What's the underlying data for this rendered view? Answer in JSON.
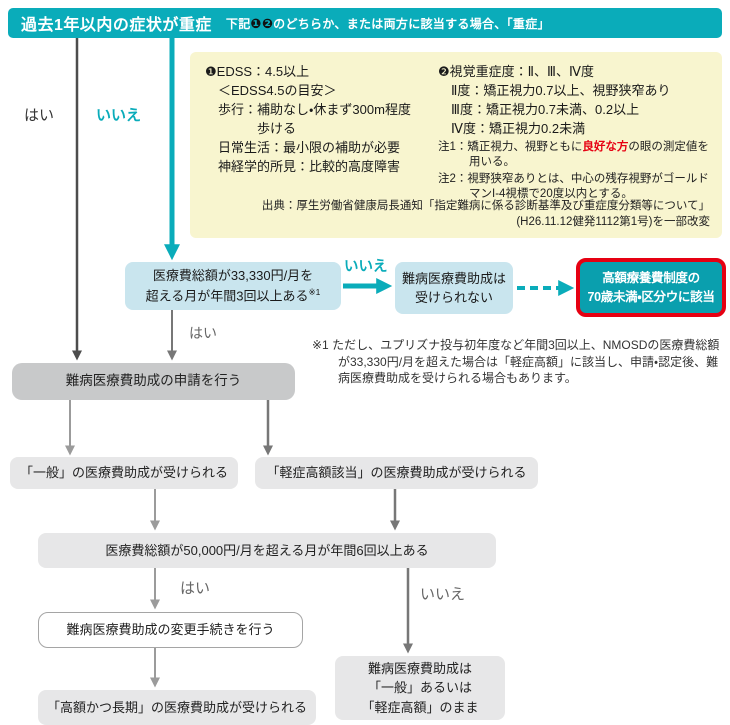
{
  "header": {
    "title": "過去1年以内の症状が重症",
    "subtitle_pre": "下記",
    "subtitle_badges": "❶❷",
    "subtitle_post": "のどちらか、または両方に該当する場合、「重症」"
  },
  "criteria": {
    "edss": {
      "lines": [
        "❶EDSS：4.5以上",
        "＜EDSS4.5の目安＞",
        "歩行：補助なし・休まず300m程度",
        "　　　歩ける",
        "日常生活：最小限の補助が必要",
        "神経学的所見：比較的高度障害"
      ]
    },
    "vision": {
      "lines": [
        "❷視覚重症度：Ⅱ、Ⅲ、Ⅳ度",
        "Ⅱ度：矯正視力0.7以上、視野狭窄あり",
        "Ⅲ度：矯正視力0.7未満、0.2以上",
        "Ⅳ度：矯正視力0.2未満"
      ],
      "note1_pre": "注1：矯正視力、視野ともに",
      "note1_em": "良好な方",
      "note1_post": "の眼の測定値を用いる。",
      "note2": "注2：視野狭窄ありとは、中心の残存視野がゴールドマンI-4視標で20度以内とする。"
    },
    "source_line1": "出典：厚生労働省健康局長通知「指定難病に係る診断基準及び重症度分類等について」",
    "source_line2": "(H26.11.12健発1112第1号)を一部改変"
  },
  "flow": {
    "labels": {
      "yes_top": "はい",
      "no_top": "いいえ",
      "no_cost": "いいえ",
      "yes_cost": "はい",
      "yes_mid": "はい",
      "no_mid": "いいえ"
    },
    "cost_box": {
      "line1": "医療費総額が33,330円/月を",
      "line2": "超える月が年間3回以上ある",
      "sup": "※1"
    },
    "denied_box": {
      "line1": "難病医療費助成は",
      "line2": "受けられない"
    },
    "kogaku_box": {
      "line1": "高額療養費制度の",
      "line2": "70歳未満・区分ウに該当"
    },
    "footnote": "※1 ただし、ユプリズナ投与初年度など年間3回以上、NMOSDの医療費総額が33,330円/月を超えた場合は「軽症高額」に該当し、申請・認定後、難病医療費助成を受けられる場合もあります。",
    "apply_box": "難病医療費助成の申請を行う",
    "general_box": "「一般」の医療費助成が受けられる",
    "mild_high_box": "「軽症高額該当」の医療費助成が受けられる",
    "cost2_box": "医療費総額が50,000円/月を超える月が年間6回以上ある",
    "change_box": "難病医療費助成の変更手続きを行う",
    "long_term_box": "「高額かつ長期」の医療費助成が受けられる",
    "stay_box": {
      "line1": "難病医療費助成は",
      "line2": "「一般」あるいは",
      "line3": "「軽症高額」のまま"
    }
  },
  "colors": {
    "teal": "#0aacba",
    "teal_dark": "#0a9fae",
    "light_blue": "#c9e5ee",
    "yellow": "#f8f5cf",
    "red": "#e60012",
    "gray_box": "#c8c9ca",
    "light_gray_box": "#e7e7e8"
  }
}
